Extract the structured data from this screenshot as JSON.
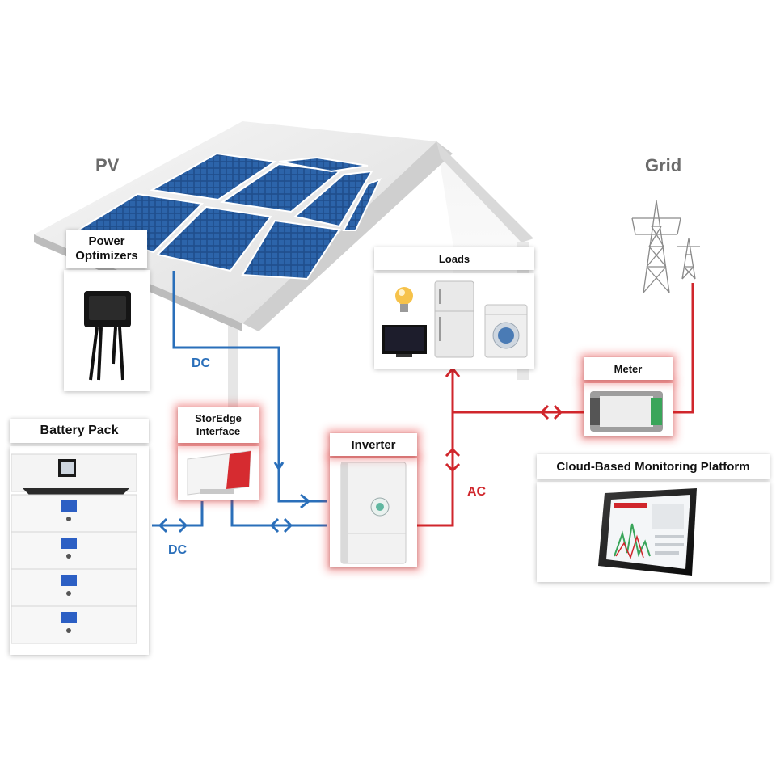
{
  "labels": {
    "pv": "PV",
    "grid": "Grid",
    "power_optimizers": "Power\nOptimizers",
    "loads": "Loads",
    "meter": "Meter",
    "battery_pack": "Battery Pack",
    "storedge_interface": "StorEdge\nInterface",
    "inverter": "Inverter",
    "cloud_platform": "Cloud-Based Monitoring Platform",
    "dc_top": "DC",
    "dc_bottom": "DC",
    "ac": "AC"
  },
  "colors": {
    "dc_line": "#2a6fba",
    "ac_line": "#d0262c",
    "label_gray": "#6b6b6b",
    "roof": "#ececec",
    "panel": "#1f4e8c",
    "glow": "#e62828"
  }
}
